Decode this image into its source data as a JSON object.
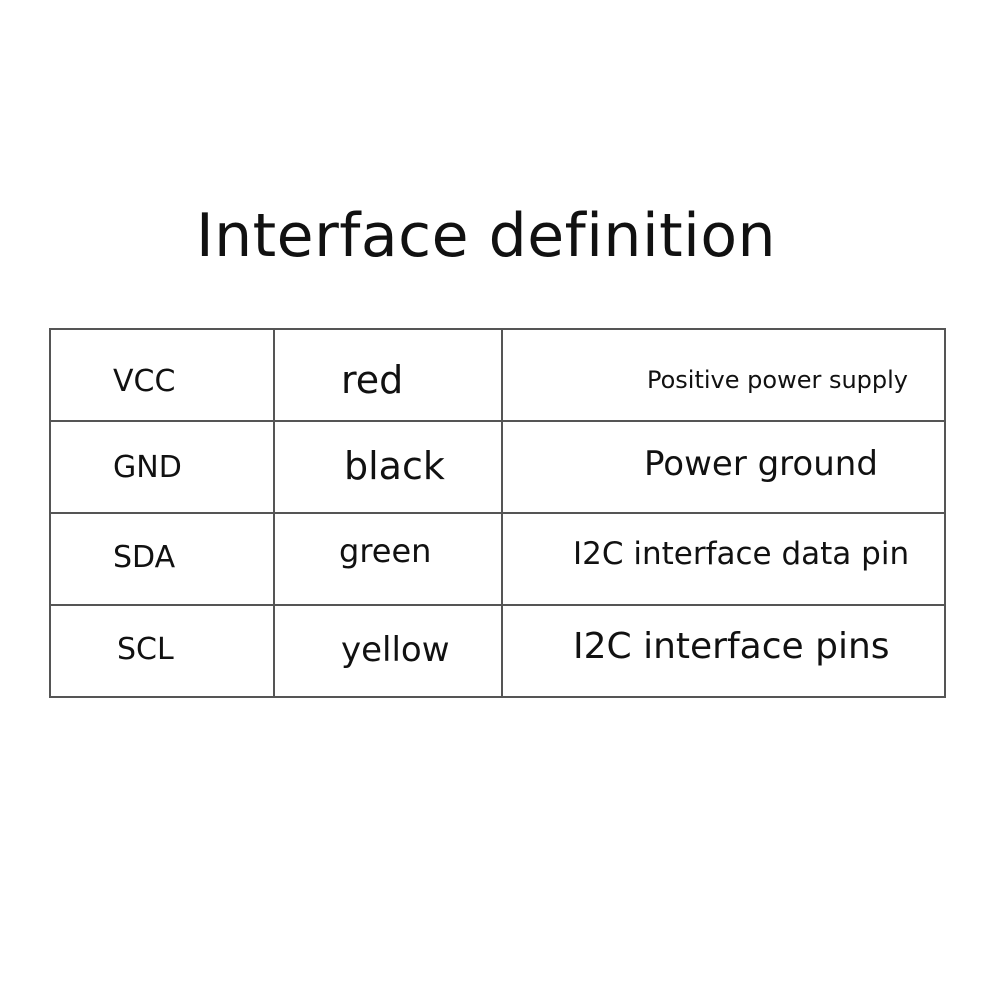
{
  "title": "Interface definition",
  "table": {
    "rows": [
      {
        "pin": "VCC",
        "color": "red",
        "description": "Positive power supply"
      },
      {
        "pin": "GND",
        "color": "black",
        "description": "Power ground"
      },
      {
        "pin": "SDA",
        "color": "green",
        "description": "I2C interface data pin"
      },
      {
        "pin": "SCL",
        "color": "yellow",
        "description": "I2C interface pins"
      }
    ]
  }
}
